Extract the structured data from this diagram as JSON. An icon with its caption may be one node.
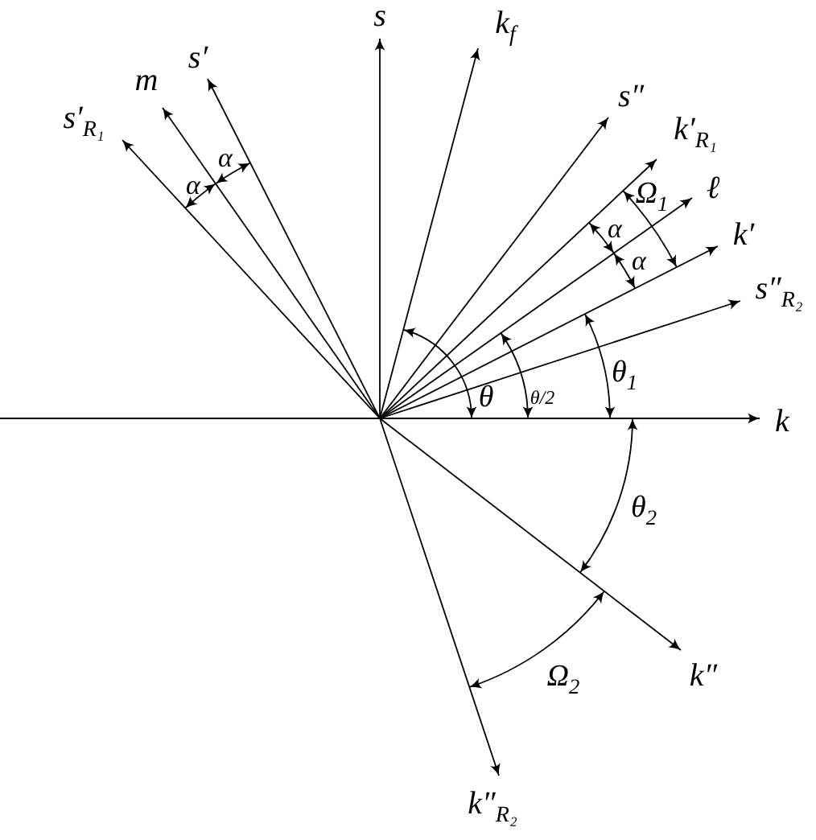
{
  "diagram": {
    "nodes": [
      {
        "text": [
          "s′$_{R₁}$"
        ]
      },
      {
        "text": [
          "m"
        ]
      },
      {
        "text": [
          "s′"
        ]
      },
      {
        "text": [
          "s"
        ]
      },
      {
        "text": [
          "k$_{f}$"
        ]
      },
      {
        "text": [
          "s″"
        ]
      },
      {
        "text": [
          "k′$_{R₁}$"
        ]
      },
      {
        "text": [
          "ℓ"
        ]
      },
      {
        "text": [
          "k′"
        ]
      },
      {
        "text": [
          "s″$_{R₂}$"
        ]
      },
      {
        "text": [
          "k"
        ]
      },
      {
        "text": [
          "k″"
        ]
      },
      {
        "text": [
          "k″$_{R₂}$"
        ]
      }
    ],
    "edges": [
      {
        "from": null,
        "to": 0,
        "arrow": "to"
      },
      {
        "from": null,
        "to": 1,
        "arrow": "to"
      },
      {
        "from": null,
        "to": 2,
        "arrow": "to"
      },
      {
        "from": null,
        "to": 3,
        "arrow": "to"
      },
      {
        "from": null,
        "to": 4,
        "arrow": "to"
      },
      {
        "from": null,
        "to": 5,
        "arrow": "to"
      },
      {
        "from": null,
        "to": 6,
        "arrow": "to"
      },
      {
        "from": null,
        "to": 7,
        "arrow": "to"
      },
      {
        "from": null,
        "to": 8,
        "arrow": "to"
      },
      {
        "from": null,
        "to": 9,
        "arrow": "to"
      },
      {
        "from": null,
        "to": 10,
        "arrow": "to"
      },
      {
        "from": null,
        "to": 11,
        "arrow": "to"
      },
      {
        "from": null,
        "to": 12,
        "arrow": "to"
      }
    ],
    "labels": [
      "α",
      "α",
      "Ω$_{1}$",
      "α",
      "α",
      "θ",
      "θ/2",
      "θ$_{1}$",
      "θ$_{2}$",
      "Ω$_{2}$"
    ]
  }
}
